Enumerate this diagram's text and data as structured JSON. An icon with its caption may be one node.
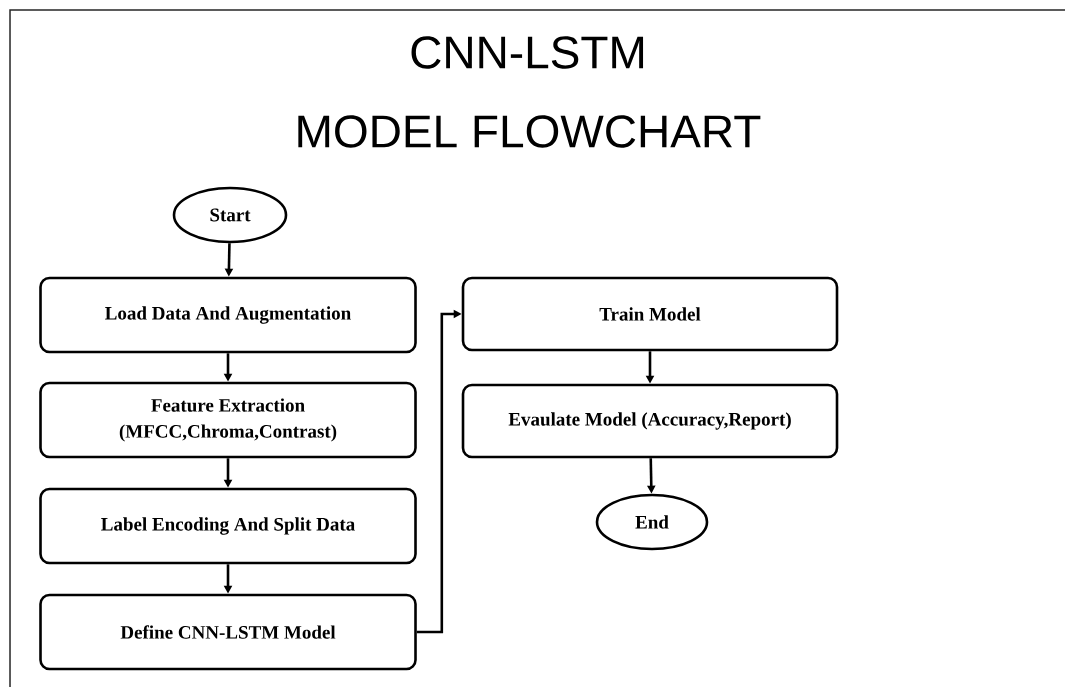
{
  "diagram": {
    "title": "CNN-LSTM MODEL FLOWCHART",
    "nodes": [
      {
        "text": [
          "Start"
        ]
      },
      {
        "text": [
          "Load Data And Augmentation"
        ]
      },
      {
        "text": [
          "Feature Extraction",
          "(MFCC,Chroma,Contrast)"
        ]
      },
      {
        "text": [
          "Label Encoding And Split Data"
        ]
      },
      {
        "text": [
          "Define CNN-LSTM Model"
        ]
      },
      {
        "text": [
          "Train Model"
        ]
      },
      {
        "text": [
          "Evaulate Model (Accuracy,Report)"
        ]
      },
      {
        "text": [
          "End"
        ]
      }
    ],
    "edges": [
      {
        "from": 0,
        "to": 1,
        "arrow": "to"
      },
      {
        "from": 1,
        "to": 2,
        "arrow": "to"
      },
      {
        "from": 2,
        "to": 3,
        "arrow": "to"
      },
      {
        "from": 3,
        "to": 4,
        "arrow": "to"
      },
      {
        "from": 4,
        "to": 5,
        "arrow": "to"
      },
      {
        "from": 5,
        "to": 6,
        "arrow": "to"
      },
      {
        "from": 6,
        "to": 7,
        "arrow": "to"
      }
    ]
  }
}
